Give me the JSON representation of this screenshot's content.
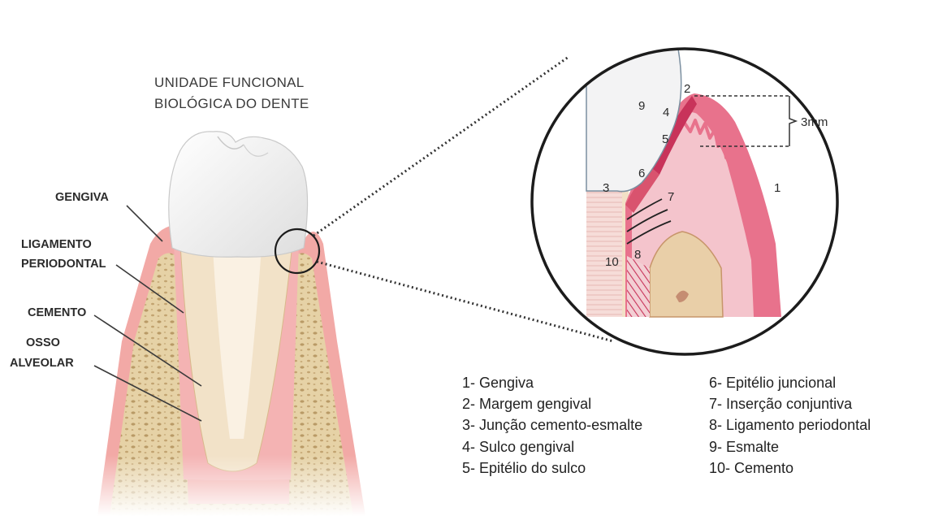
{
  "title": {
    "line1": "UNIDADE FUNCIONAL",
    "line2": "BIOLÓGICA DO DENTE"
  },
  "side_labels": {
    "gengiva": "GENGIVA",
    "ligamento_line1": "LIGAMENTO",
    "ligamento_line2": "PERIODONTAL",
    "cemento": "CEMENTO",
    "osso_line1": "OSSO",
    "osso_line2": "ALVEOLAR"
  },
  "zoom_numbers": {
    "n1": "1",
    "n2": "2",
    "n3": "3",
    "n4": "4",
    "n5": "5",
    "n6": "6",
    "n7": "7",
    "n8": "8",
    "n9": "9",
    "n10": "10"
  },
  "measurement": "3mm",
  "legend": {
    "left": [
      "1- Gengiva",
      "2- Margem gengival",
      "3- Junção cemento-esmalte",
      "4- Sulco gengival",
      "5- Epitélio do sulco"
    ],
    "right": [
      "6- Epitélio juncional",
      "7- Inserção conjuntiva",
      "8- Ligamento periodontal",
      "9- Esmalte",
      "10- Cemento"
    ]
  },
  "colors": {
    "gum": "#f0a7a5",
    "gum_dark": "#d9536e",
    "bone": "#e6d2a6",
    "enamel": "#f4f4f4",
    "dentin": "#f3e4cc"
  }
}
